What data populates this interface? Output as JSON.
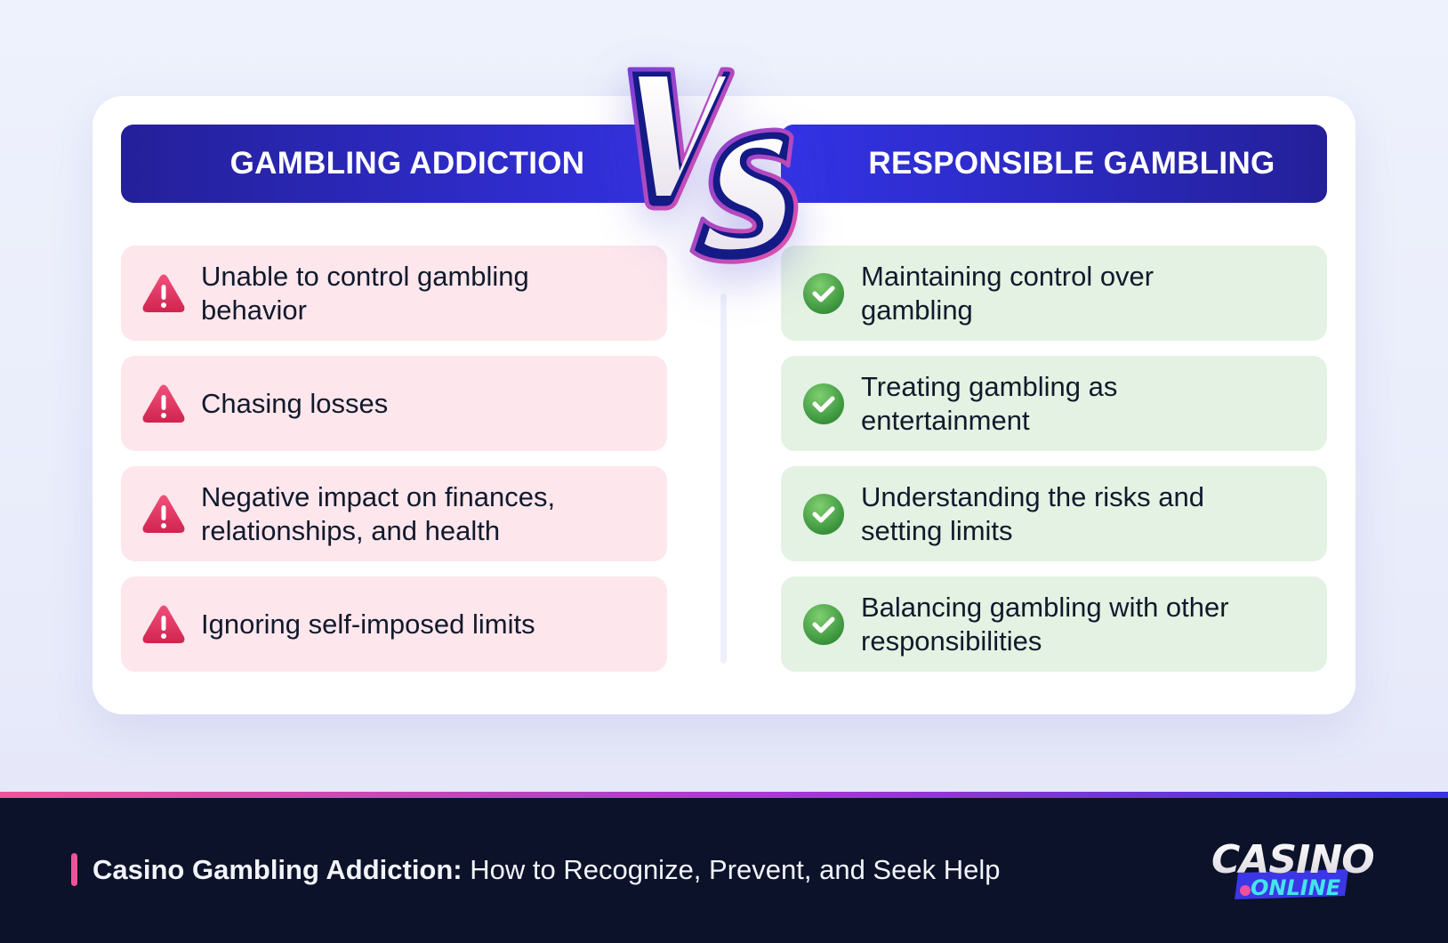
{
  "left": {
    "header": "GAMBLING ADDICTION",
    "icon": "warning-triangle-icon",
    "items": [
      {
        "line1": "Unable to control gambling",
        "line2": "behavior"
      },
      {
        "line1": "Chasing losses",
        "line2": ""
      },
      {
        "line1": "Negative impact on finances,",
        "line2": "relationships, and health"
      },
      {
        "line1": "Ignoring self-imposed limits",
        "line2": ""
      }
    ]
  },
  "right": {
    "header": "RESPONSIBLE GAMBLING",
    "icon": "check-circle-icon",
    "items": [
      {
        "line1": "Maintaining control over",
        "line2": "gambling"
      },
      {
        "line1": "Treating gambling as",
        "line2": "entertainment"
      },
      {
        "line1": "Understanding the risks and",
        "line2": "setting limits"
      },
      {
        "line1": "Balancing gambling with other",
        "line2": "responsibilities"
      }
    ]
  },
  "vs": {
    "label": "VS"
  },
  "footer": {
    "title_bold": "Casino Gambling Addiction:",
    "title_rest": " How to Recognize, Prevent, and Seek Help",
    "logo_top": "CASINO",
    "logo_bottom": ".ONLINE"
  },
  "colors": {
    "header_dark": "#24209a",
    "header_bright": "#3331df",
    "bad_row": "#fde6ec",
    "good_row": "#e3f2e2",
    "warning": "#e3325f",
    "check": "#45a045",
    "footer_bg": "#0b1229",
    "accent_pink": "#f0529a"
  }
}
